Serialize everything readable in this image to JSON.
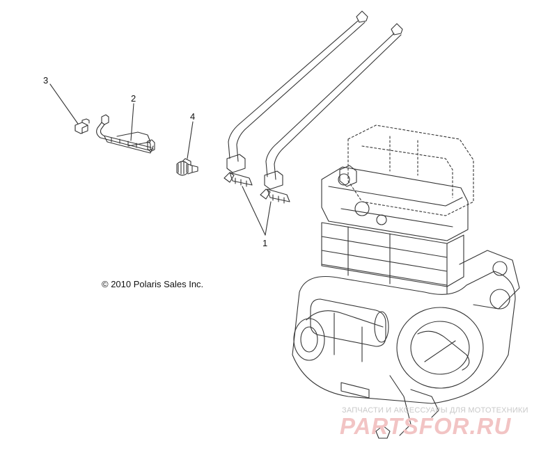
{
  "callouts": [
    {
      "id": "1",
      "label": "1"
    },
    {
      "id": "2",
      "label": "2"
    },
    {
      "id": "3",
      "label": "3"
    },
    {
      "id": "4",
      "label": "4"
    }
  ],
  "copyright": "© 2010 Polaris Sales Inc.",
  "watermark": {
    "tagline": "ЗАПЧАСТИ И АКСЕССУАРЫ ДЛЯ МОТОТЕХНИКИ",
    "logo_text": "PARTSFOR.RU",
    "color": "#e88a8a"
  },
  "line_color": "#333333"
}
